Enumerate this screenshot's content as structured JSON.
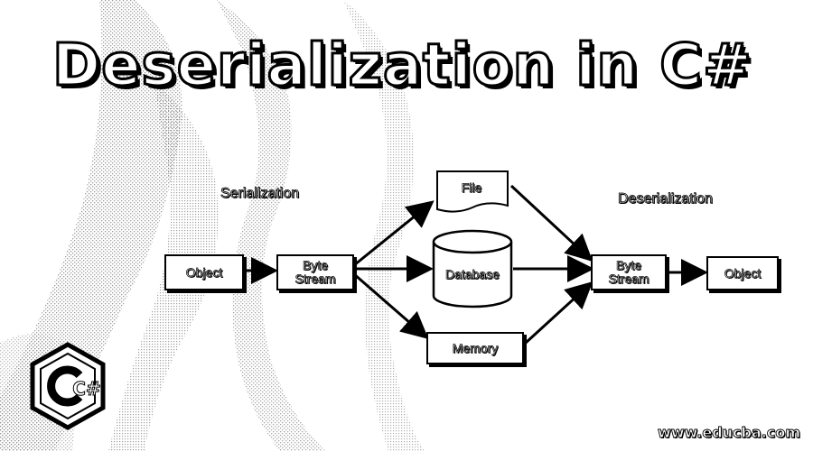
{
  "title": "Deserialization in C#",
  "diagram": {
    "labels": {
      "serialization": "Serialization",
      "deserialization": "Deserialization"
    },
    "nodes": {
      "object_left": "Object",
      "byte_stream_left": "Byte\nStream",
      "file": "File",
      "database": "Database",
      "memory": "Memory",
      "byte_stream_right": "Byte\nStream",
      "object_right": "Object"
    }
  },
  "logo": {
    "icon": "csharp-logo-icon",
    "text": "C#"
  },
  "footer": {
    "url": "www.educba.com"
  }
}
